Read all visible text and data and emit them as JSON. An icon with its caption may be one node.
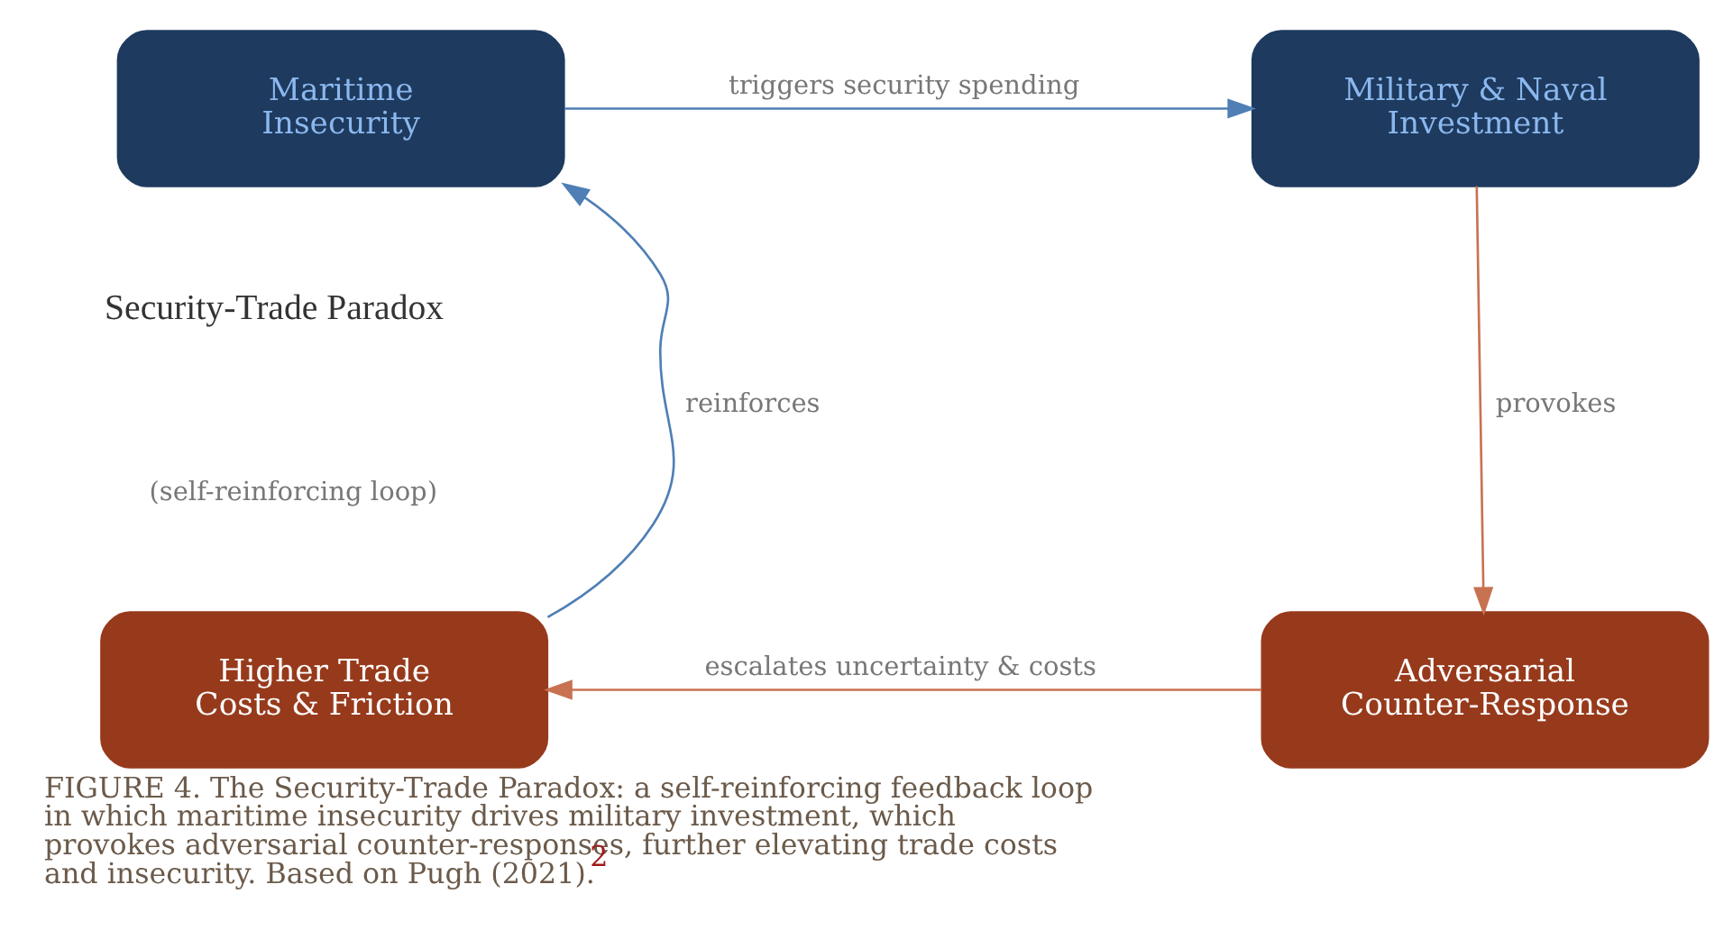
{
  "diagram": {
    "caption": "FIGURE 4. The Security-Trade Paradox: a self-reinforcing feedback loop in which maritime insecurity drives military investment, which provokes adversarial counter-responses, further elevating trade costs and insecurity. Based on Pugh (2021).$^{2}$",
    "nodes": [
      {
        "text": [
          "Maritime Insecurity"
        ]
      },
      {
        "text": [
          "Military & Naval Investment"
        ]
      },
      {
        "text": [
          "Higher Trade Costs & Friction"
        ]
      },
      {
        "text": [
          "Adversarial Counter-Response"
        ]
      }
    ],
    "edges": [
      {
        "from": 0,
        "to": 1,
        "arrow": "to",
        "label": "triggers security spending",
        "color": "#4f7fb5"
      },
      {
        "from": 1,
        "to": 3,
        "arrow": "to",
        "label": "provokes",
        "color": "#c87252"
      },
      {
        "from": 3,
        "to": 2,
        "arrow": "to",
        "label": "escalates uncertainty & costs",
        "color": "#c87252"
      },
      {
        "from": 2,
        "to": 0,
        "arrow": "to",
        "label": "reinforces",
        "color": "#4f7fb5"
      }
    ],
    "labels": [
      "Security-Trade Paradox",
      "(self-reinforcing loop)"
    ]
  }
}
